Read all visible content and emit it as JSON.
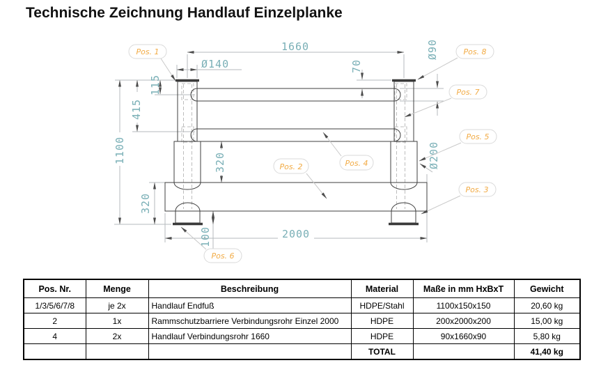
{
  "title": "Technische Zeichnung Handlauf Einzelplanke",
  "drawing": {
    "dims": {
      "d1660": "1660",
      "dia140": "Ø140",
      "d70": "70",
      "dia90": "Ø90",
      "d115": "115",
      "d415": "415",
      "d1100": "1100",
      "d320_upper": "320",
      "d320_lower": "320",
      "d100": "100",
      "d2000": "2000",
      "dia200": "Ø200"
    },
    "positions": {
      "pos1": "Pos. 1",
      "pos2": "Pos. 2",
      "pos3": "Pos. 3",
      "pos4": "Pos. 4",
      "pos5": "Pos. 5",
      "pos6": "Pos. 6",
      "pos7": "Pos. 7",
      "pos8": "Pos. 8"
    },
    "colors": {
      "dimension_text": "#79afb6",
      "dimension_line": "#b6babc",
      "position_label_text": "#f2ab45",
      "position_label_outline": "#dadada",
      "outline": "#3f3f3f",
      "background": "#ffffff"
    }
  },
  "table": {
    "headers": [
      "Pos. Nr.",
      "Menge",
      "Beschreibung",
      "Material",
      "Maße in mm HxBxT",
      "Gewicht"
    ],
    "rows": [
      [
        "1/3/5/6/7/8",
        "je 2x",
        "Handlauf Endfuß",
        "HDPE/Stahl",
        "1100x150x150",
        "20,60 kg"
      ],
      [
        "2",
        "1x",
        "Rammschutzbarriere Verbindungsrohr Einzel 2000",
        "HDPE",
        "200x2000x200",
        "15,00 kg"
      ],
      [
        "4",
        "2x",
        "Handlauf Verbindungsrohr 1660",
        "HDPE",
        "90x1660x90",
        "5,80 kg"
      ],
      [
        "",
        "",
        "",
        "TOTAL",
        "",
        "41,40 kg"
      ]
    ]
  }
}
